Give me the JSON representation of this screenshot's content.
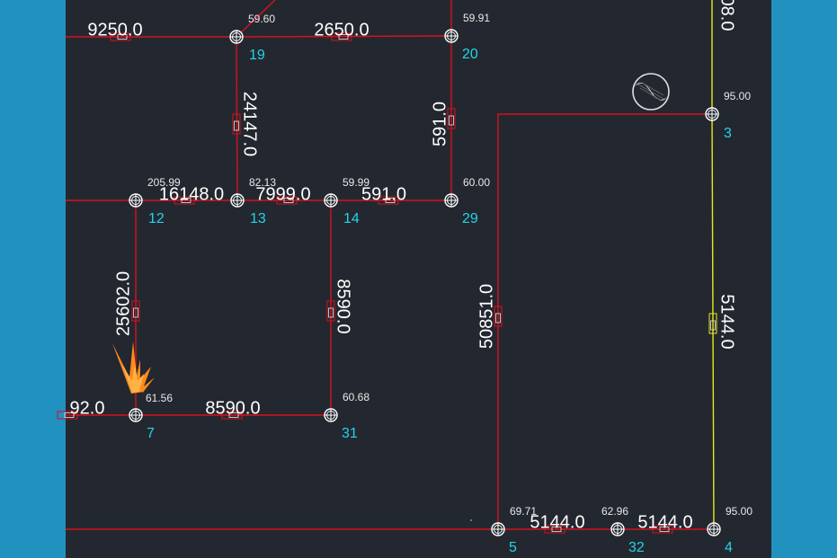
{
  "colors": {
    "background_outer": "#2191c0",
    "canvas": "#232830",
    "pipe_red": "#d8101c",
    "pipe_yellow": "#e8e81a",
    "node_id": "#22d3e8",
    "label": "#ffffff",
    "fire": "#ff8a1a"
  },
  "nodes": [
    {
      "id": "19",
      "elevation": "59.60"
    },
    {
      "id": "20",
      "elevation": "59.91"
    },
    {
      "id": "3",
      "elevation": "95.00"
    },
    {
      "id": "12",
      "elevation": "205.99"
    },
    {
      "id": "13",
      "elevation": "82.13"
    },
    {
      "id": "14",
      "elevation": "59.99"
    },
    {
      "id": "29",
      "elevation": "60.00"
    },
    {
      "id": "7",
      "elevation": "61.56"
    },
    {
      "id": "31",
      "elevation": "60.68"
    },
    {
      "id": "5",
      "elevation": "69.71"
    },
    {
      "id": "32",
      "elevation": "62.96"
    },
    {
      "id": "4",
      "elevation": "95.00"
    }
  ],
  "pipes": [
    {
      "from": "left-edge",
      "to": "19",
      "length": "9250.0",
      "color": "red"
    },
    {
      "from": "19",
      "to": "20",
      "length": "2650.0",
      "color": "red"
    },
    {
      "from": "19",
      "to": "13",
      "length": "24147.0",
      "color": "red"
    },
    {
      "from": "20",
      "to": "29",
      "length": "591.0",
      "color": "red"
    },
    {
      "from": "12",
      "to": "13",
      "length": "16148.0",
      "color": "red"
    },
    {
      "from": "13",
      "to": "14",
      "length": "7999.0",
      "color": "red"
    },
    {
      "from": "14",
      "to": "29",
      "length": "591.0",
      "color": "red"
    },
    {
      "from": "12",
      "to": "7",
      "length": "25602.0",
      "color": "red"
    },
    {
      "from": "14",
      "to": "31",
      "length": "8590.0",
      "color": "red"
    },
    {
      "from": "left-edge",
      "to": "7",
      "length": "92.0",
      "color": "red"
    },
    {
      "from": "7",
      "to": "31",
      "length": "8590.0",
      "color": "red"
    },
    {
      "from": "3",
      "to": "5",
      "length": "50851.0",
      "color": "red"
    },
    {
      "from": "5",
      "to": "32",
      "length": "5144.0",
      "color": "red"
    },
    {
      "from": "32",
      "to": "4",
      "length": "5144.0",
      "color": "red"
    },
    {
      "from": "3",
      "to": "4",
      "length": "5144.0",
      "color": "yellow"
    },
    {
      "from": "top-edge",
      "to": "3",
      "length": "08.0",
      "color": "yellow"
    }
  ],
  "symbols": [
    {
      "type": "fire-icon",
      "at_node": "7"
    },
    {
      "type": "pump-icon",
      "near_node": "3"
    }
  ]
}
